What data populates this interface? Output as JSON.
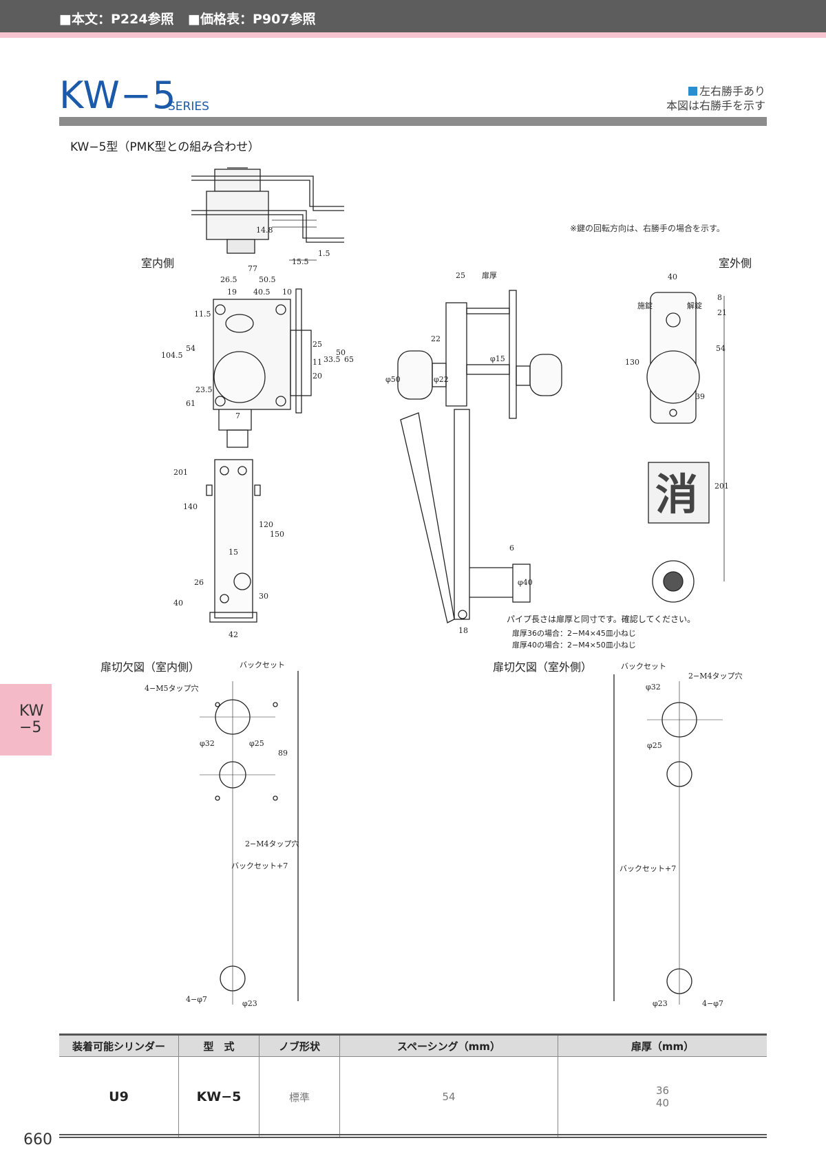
{
  "header": {
    "ref_text": "■本文：P224参照",
    "price_ref": "■価格表：P907参照"
  },
  "title": {
    "main": "KW−5",
    "suffix": "SERIES"
  },
  "note": {
    "line1": "左右勝手あり",
    "line2": "本図は右勝手を示す"
  },
  "subtitle": "KW−5型（PMK型との組み合わせ）",
  "drawing": {
    "rotation_note": "※鍵の回転方向は、右勝手の場合を示す。",
    "indoor_side": "室内側",
    "outdoor_side": "室外側",
    "door_thickness": "扉厚",
    "lock_label": "施錠",
    "unlock_label": "解錠",
    "plate_char": "消",
    "pipe_note": "パイプ長さは扉厚と同寸です。確認してください。",
    "screw_36": "扉厚36の場合：2−M4×45皿小ねじ",
    "screw_40": "扉厚40の場合：2−M4×50皿小ねじ",
    "cut_indoor": "扉切欠図（室内側）",
    "cut_outdoor": "扉切欠図（室外側）",
    "backset": "バックセット",
    "backset_plus7": "バックセット+7",
    "tap_m5": "4−M5タップ穴",
    "tap_m4": "2−M4タップ穴",
    "hole_7": "4−φ7",
    "dia_32": "φ32",
    "dia_25": "φ25",
    "dia_23": "φ23",
    "dia_50": "φ50",
    "dia_22": "φ22",
    "dia_15": "φ15",
    "dia_40": "φ40",
    "dims": {
      "d77": "77",
      "d26_5": "26.5",
      "d50_5": "50.5",
      "d19": "19",
      "d40_5": "40.5",
      "d10": "10",
      "d104_5": "104.5",
      "d11_5": "11.5",
      "d54": "54",
      "d61": "61",
      "d23_5": "23.5",
      "d25": "25",
      "d33_5": "33.5",
      "d11": "11",
      "d20": "20",
      "d15": "15",
      "d50": "50",
      "d65": "65",
      "d7": "7",
      "d201": "201",
      "d140": "140",
      "d120": "120",
      "d150": "150",
      "d26": "26",
      "d40": "40",
      "d30": "30",
      "d42": "42",
      "d22": "22",
      "d18": "18",
      "d6": "6",
      "d8": "8",
      "d21": "21",
      "d130": "130",
      "d39": "39",
      "d89": "89",
      "d14_8": "14.8",
      "d15_5": "15.5",
      "d1_5": "1.5"
    }
  },
  "side_tab": {
    "line1": "KW",
    "line2": "−5"
  },
  "table": {
    "headers": [
      "装着可能シリンダー",
      "型　式",
      "ノブ形状",
      "スペーシング（mm）",
      "扉厚（mm）"
    ],
    "row": {
      "cylinder": "U9",
      "model": "KW−5",
      "knob": "標準",
      "spacing": "54",
      "thickness_1": "36",
      "thickness_2": "40"
    }
  },
  "page_number": "660"
}
